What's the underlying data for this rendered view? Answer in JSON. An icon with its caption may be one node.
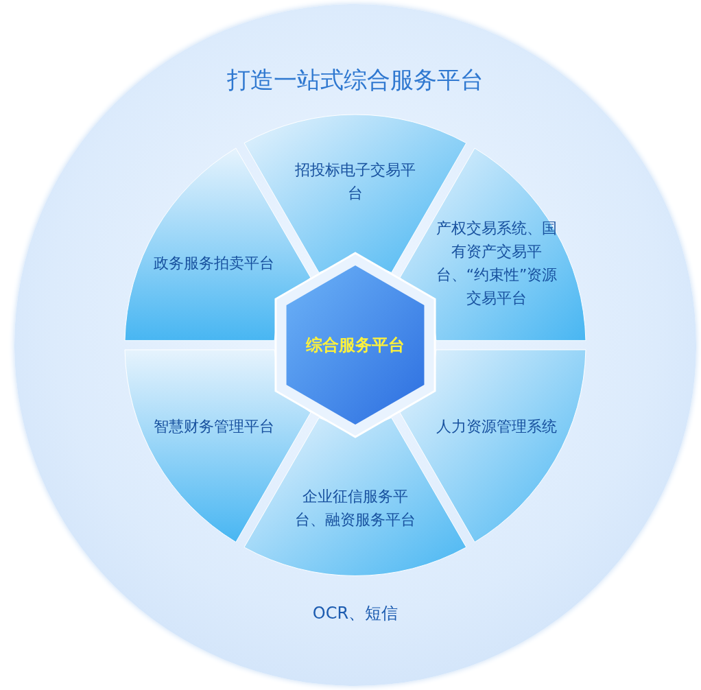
{
  "diagram": {
    "nodes": [
      {
        "text": [
          "打造一站式综合服务平台",
          "OCR、短信"
        ]
      },
      {
        "text": [
          "招投标电子交易平台"
        ],
        "in": 0
      },
      {
        "text": [
          "政务服务拍卖平台"
        ],
        "in": 0
      },
      {
        "text": [
          "产权交易系统、国有资产交易平台、“约束性”资源交易平台"
        ],
        "in": 0
      },
      {
        "text": [
          "综合服务平台"
        ],
        "in": 0
      },
      {
        "text": [
          "智慧财务管理平台"
        ],
        "in": 0
      },
      {
        "text": [
          "人力资源管理系统"
        ],
        "in": 0
      },
      {
        "text": [
          "企业征信服务平台、融资服务平台"
        ],
        "in": 0
      }
    ]
  }
}
